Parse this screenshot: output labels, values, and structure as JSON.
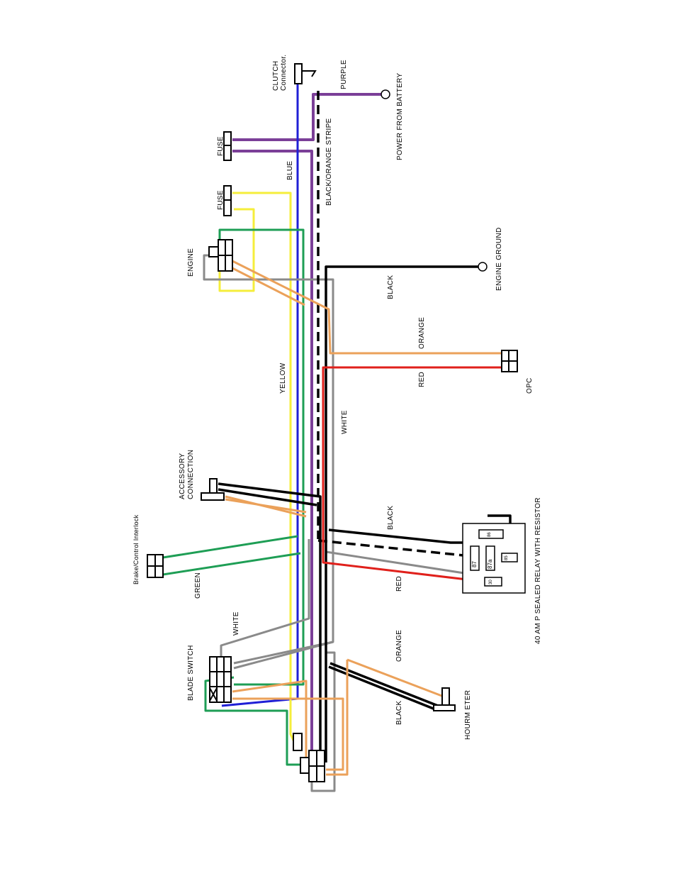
{
  "labels": {
    "clutch": [
      "CLUTCH",
      "Connector."
    ],
    "purple": "PURPLE",
    "power_from_battery": "POWER FROM BATTERY",
    "fuse_1": "FUSE",
    "fuse_2": "FUSE",
    "blue": "BLUE",
    "black_orange_stripe": "BLACK/ORANGE STRIPE",
    "engine": "ENGINE",
    "engine_ground": "ENGINE GROUND",
    "black_1": "BLACK",
    "orange_1": "ORANGE",
    "red_1": "RED",
    "opc": "OPC",
    "yellow": "YELLOW",
    "white_1": "WHITE",
    "accessory": [
      "ACCESSORY",
      "CONNECTION"
    ],
    "black_2": "BLACK",
    "relay": "40 AM P SEALED RELAY WITH RESISTOR",
    "brake_interlock": "Brake/Control Interlock",
    "green": "GREEN",
    "red_2": "RED",
    "white_2": "WHITE",
    "orange_2": "ORANGE",
    "blade_switch": "BLADE SWITCH",
    "black_3": "BLACK",
    "hourmeter": "HOURM ETER",
    "relay_pins": [
      "86",
      "87",
      "87a",
      "85",
      "30"
    ]
  },
  "colors": {
    "purple": "#7b3f98",
    "blue": "#1f1fd6",
    "black": "#000000",
    "yellow": "#f5ee3b",
    "green": "#1e9e55",
    "orange": "#eba15a",
    "gray": "#8a8a8a",
    "red": "#e0201b"
  }
}
